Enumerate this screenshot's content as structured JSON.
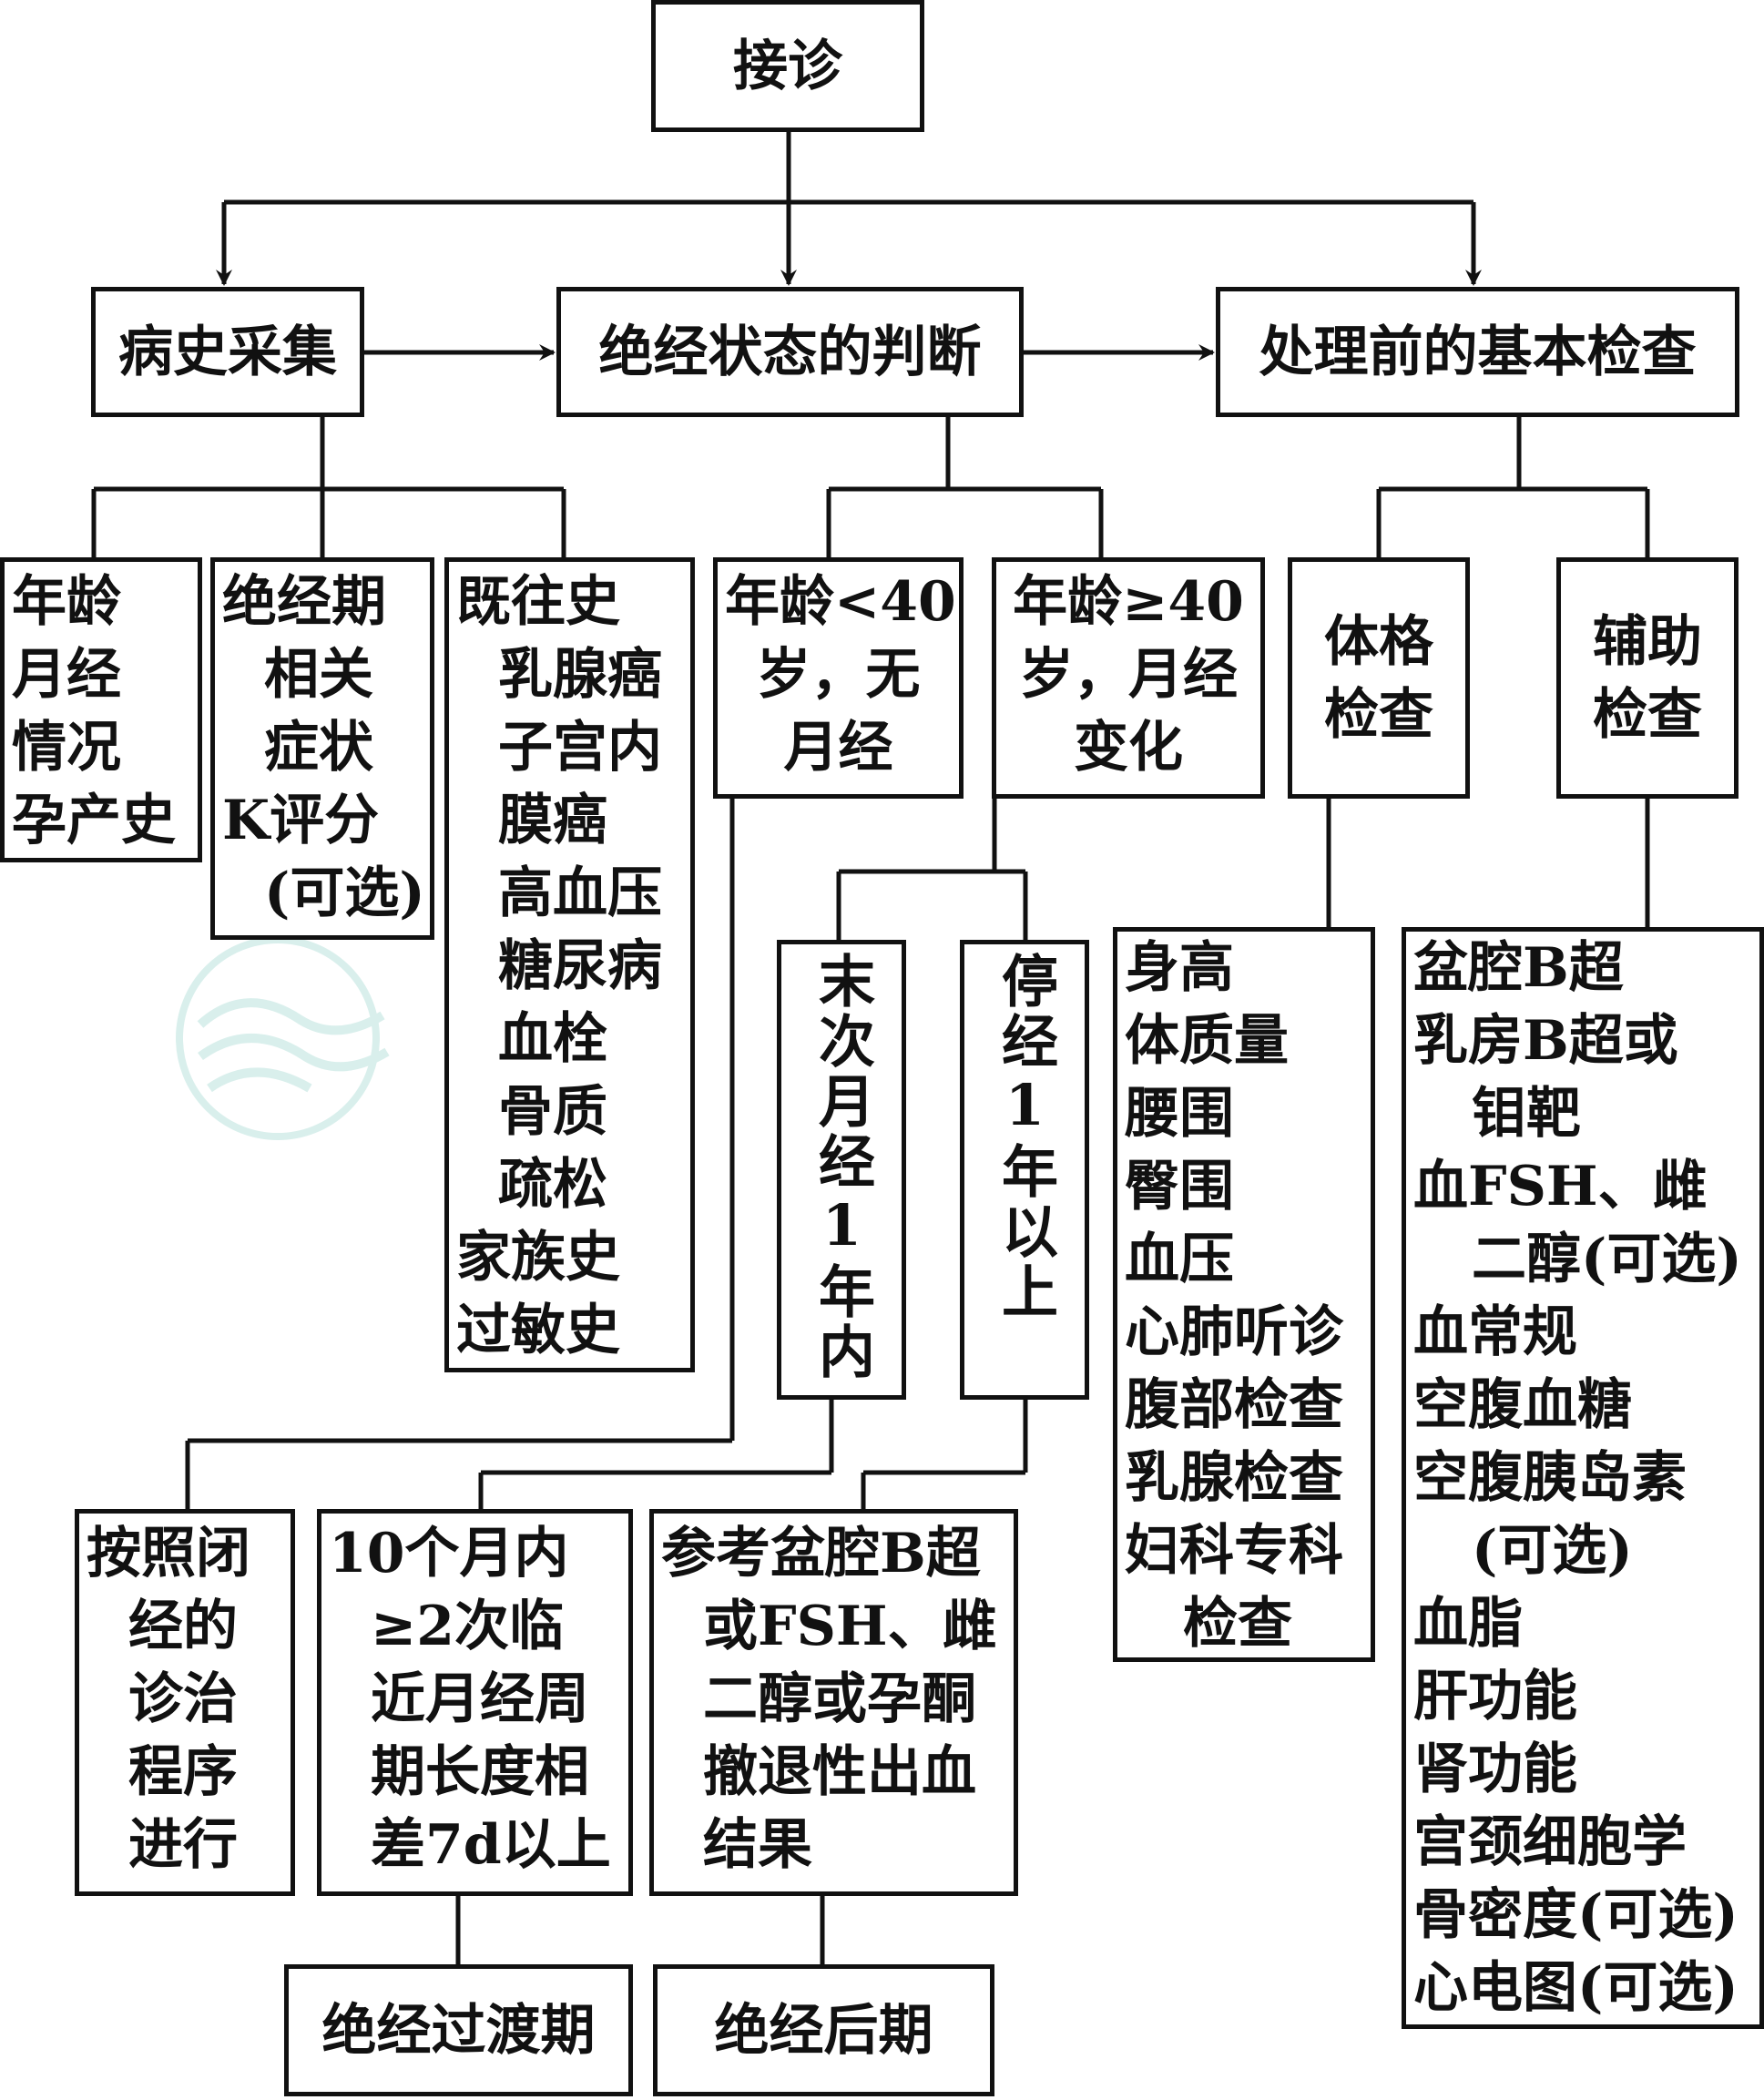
{
  "nodes": {
    "reception": "接诊",
    "history": "病史采集",
    "menopause_status": "绝经状态的判断",
    "pre_exam": "处理前的基本检查",
    "basic_info": [
      "年龄",
      "月经",
      "情况",
      "孕产史"
    ],
    "symptoms": [
      "绝经期",
      "相关",
      "症状",
      "K评分",
      "(可选)"
    ],
    "past_history": [
      "既往史",
      "乳腺癌",
      "子宫内",
      "膜癌",
      "高血压",
      "糖尿病",
      "血栓",
      "骨质",
      "疏松",
      "家族史",
      "过敏史"
    ],
    "age_under_40": [
      "年龄<40",
      "岁，无",
      "月经"
    ],
    "age_over_40": [
      "年龄≥40",
      "岁，月经",
      "变化"
    ],
    "last_period": "末次月经1年内",
    "stopped_period": "停经1年以上",
    "physical_exam_title": [
      "体格",
      "检查"
    ],
    "aux_exam_title": [
      "辅助",
      "检查"
    ],
    "physical_items": [
      "身高",
      "体质量",
      "腰围",
      "臀围",
      "血压",
      "心肺听诊",
      "腹部检查",
      "乳腺检查",
      "妇科专科",
      "检查"
    ],
    "aux_items": [
      "盆腔B超",
      "乳房B超或",
      "钼靶",
      "血FSH、雌",
      "二醇(可选)",
      "血常规",
      "空腹血糖",
      "空腹胰岛素",
      "(可选)",
      "血脂",
      "肝功能",
      "肾功能",
      "宫颈细胞学",
      "骨密度(可选)",
      "心电图(可选)"
    ],
    "amenorrhea_proc": [
      "按照闭",
      "经的",
      "诊治",
      "程序",
      "进行"
    ],
    "cycle_change": [
      "10个月内",
      "≥2次临",
      "近月经周",
      "期长度相",
      "差7d以上"
    ],
    "ref_tests": [
      "参考盆腔B超",
      "或FSH、雌",
      "二醇或孕酮",
      "撤退性出血",
      "结果"
    ],
    "transition": "绝经过渡期",
    "postmenopause": "绝经后期"
  },
  "colors": {
    "line": "#111111",
    "watermark": "#d9efec"
  }
}
